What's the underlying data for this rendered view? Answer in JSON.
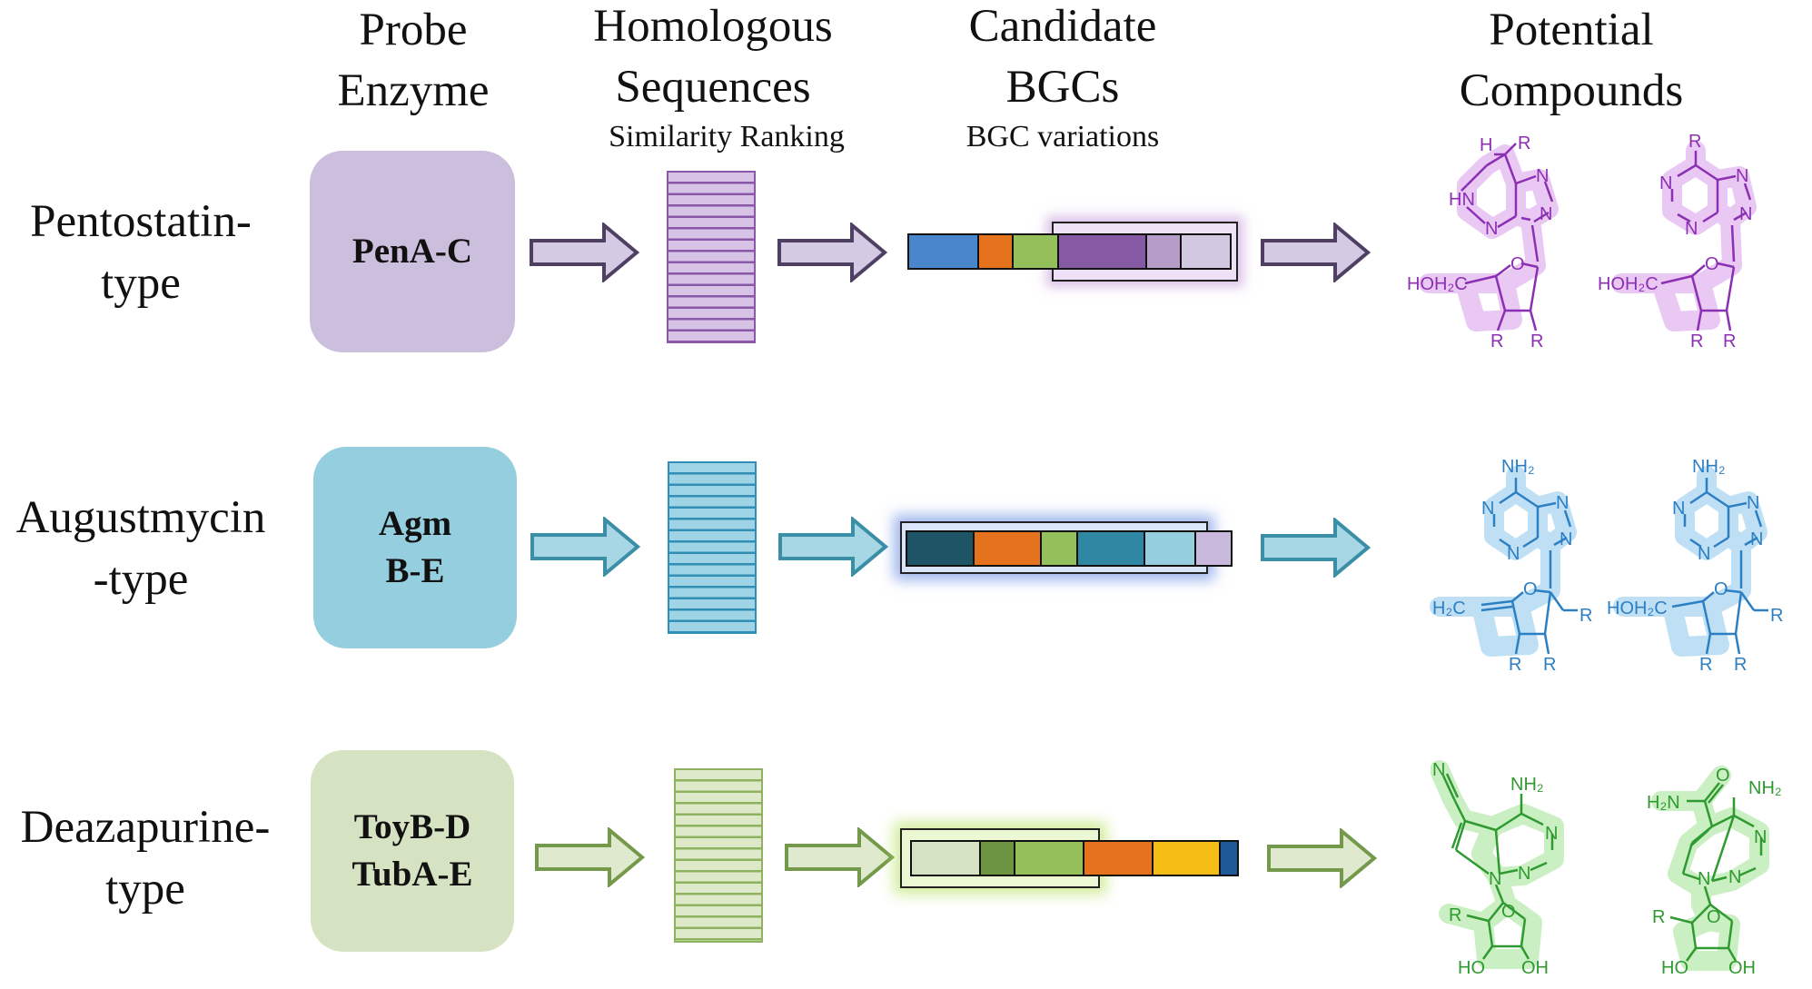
{
  "headers": {
    "probe": [
      "Probe",
      "Enzyme"
    ],
    "homologous": [
      "Homologous",
      "Sequences"
    ],
    "homologous_sub": "Similarity  Ranking",
    "candidate": [
      "Candidate",
      "BGCs"
    ],
    "candidate_sub": "BGC variations",
    "potential": [
      "Potential",
      "Compounds"
    ]
  },
  "colors": {
    "pentostatin": "#cbbfdd",
    "augustmycin": "#95cfdf",
    "deazapurine": "#d6e3c2",
    "purple_dark": "#5b4a6e",
    "purple_fill": "#8a5aa6",
    "teal_dark": "#3a8ea6",
    "green_dark": "#74994a"
  },
  "rows": [
    {
      "id": "pentostatin",
      "label": [
        "Pentostatin-",
        "type"
      ],
      "enzyme": [
        "PenA-C"
      ],
      "mol_color": "#8b2fb3",
      "mol_glow": "#e9c8f4"
    },
    {
      "id": "augustmycin",
      "label": [
        "Augustmycin",
        "-type"
      ],
      "enzyme": [
        "Agm",
        "B-E"
      ],
      "mol_color": "#2d7fc4",
      "mol_glow": "#bfe0f4"
    },
    {
      "id": "deazapurine",
      "label": [
        "Deazapurine-",
        "type"
      ],
      "enzyme": [
        "ToyB-D",
        "TubA-E"
      ],
      "mol_color": "#2f9a2f",
      "mol_glow": "#c9efc3"
    }
  ],
  "molecules": {
    "pentostatin_1": {
      "labels": [
        "H",
        "R",
        "HN",
        "N",
        "N",
        "N",
        "O",
        "HOH₂C",
        "R",
        "R"
      ]
    },
    "pentostatin_2": {
      "labels": [
        "R",
        "N",
        "N",
        "N",
        "N",
        "O",
        "HOH₂C",
        "R",
        "R"
      ]
    },
    "augustmycin_1": {
      "labels": [
        "NH₂",
        "N",
        "N",
        "N",
        "N",
        "O",
        "H₂C",
        "R",
        "R",
        "R"
      ]
    },
    "augustmycin_2": {
      "labels": [
        "NH₂",
        "N",
        "N",
        "N",
        "N",
        "O",
        "HOH₂C",
        "R",
        "R",
        "R"
      ]
    },
    "deazapurine_1": {
      "labels": [
        "N",
        "NH₂",
        "N",
        "N",
        "N",
        "O",
        "R",
        "HO",
        "OH"
      ]
    },
    "deazapurine_2": {
      "labels": [
        "O",
        "H₂N",
        "NH₂",
        "N",
        "N",
        "N",
        "O",
        "R",
        "HO",
        "OH"
      ]
    }
  }
}
